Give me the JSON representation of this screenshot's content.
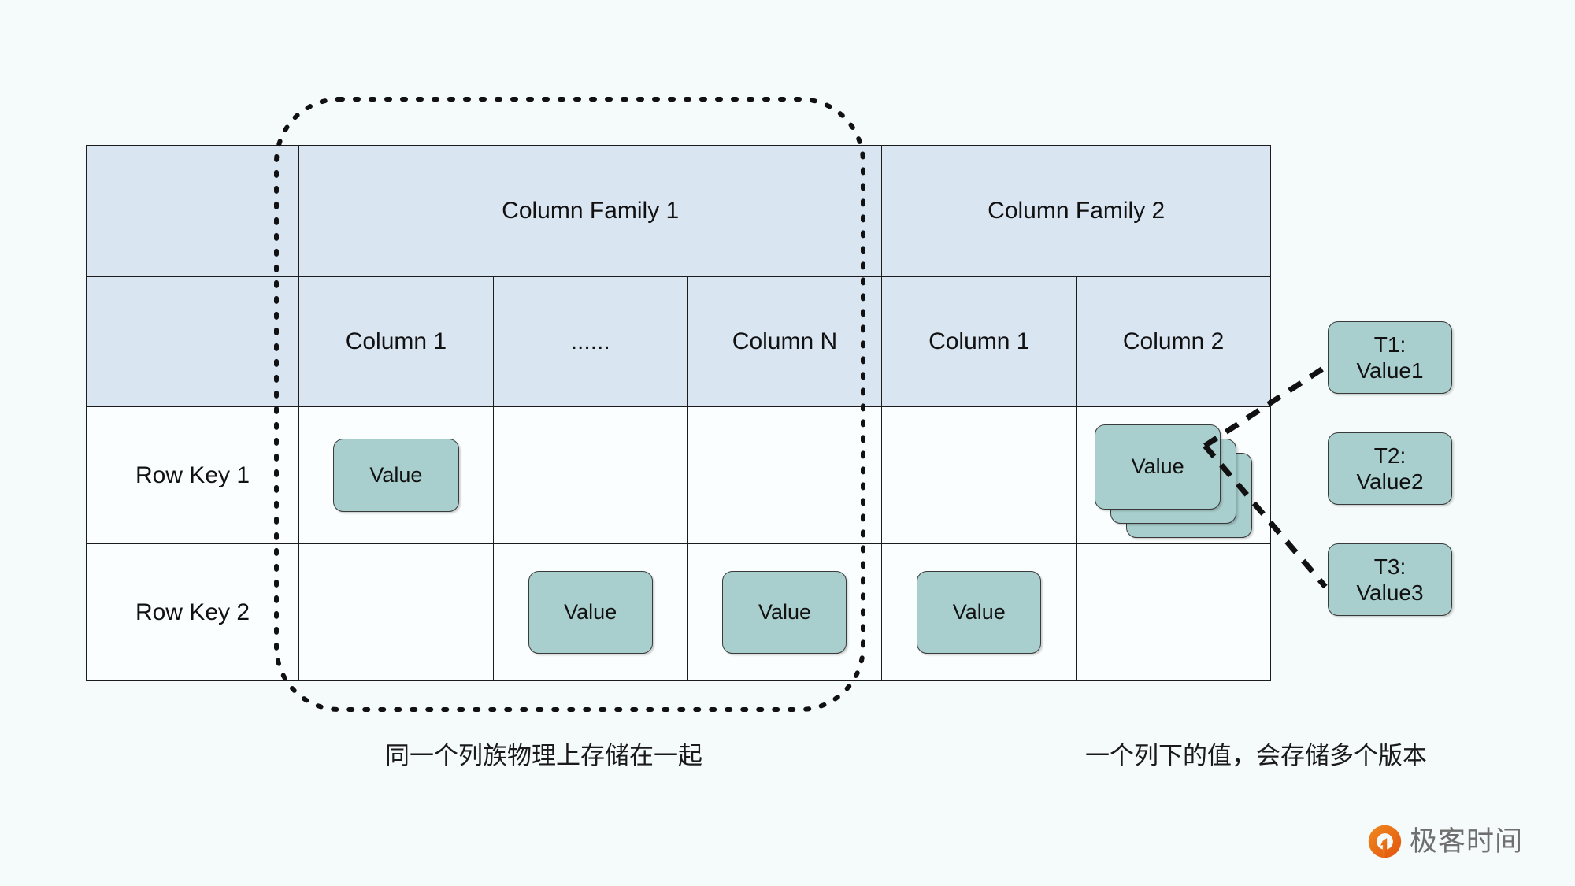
{
  "background_color": "#f5fbfa",
  "palette": {
    "header_fill": "#dae5f2",
    "cell_fill": "#fbfefe",
    "value_fill": "#a8cecd",
    "line": "#1c1c1c",
    "logo_orange": "#e8700f",
    "logo_text": "#6f6f6f"
  },
  "table": {
    "family_row": {
      "corner_label": "",
      "families": [
        {
          "label": "Column Family 1",
          "span": 3
        },
        {
          "label": "Column Family 2",
          "span": 2
        }
      ]
    },
    "column_row": {
      "corner_label": "",
      "columns": [
        "Column 1",
        "......",
        "Column N",
        "Column 1",
        "Column 2"
      ]
    },
    "rows": [
      {
        "key": "Row Key 1",
        "cells": [
          {
            "type": "value",
            "label": "Value"
          },
          {
            "type": "empty"
          },
          {
            "type": "empty"
          },
          {
            "type": "empty"
          },
          {
            "type": "stack",
            "label": "Value",
            "layers": 3
          }
        ]
      },
      {
        "key": "Row Key 2",
        "cells": [
          {
            "type": "empty"
          },
          {
            "type": "value",
            "label": "Value"
          },
          {
            "type": "value",
            "label": "Value"
          },
          {
            "type": "value",
            "label": "Value"
          },
          {
            "type": "empty"
          }
        ]
      }
    ]
  },
  "versions": [
    {
      "time": "T1:",
      "value": "Value1"
    },
    {
      "time": "T2:",
      "value": "Value2"
    },
    {
      "time": "T3:",
      "value": "Value3"
    }
  ],
  "captions": {
    "left": "同一个列族物理上存储在一起",
    "right": "一个列下的值，会存储多个版本"
  },
  "annotations": {
    "family_group_outline": "dotted-rounded-rectangle around Column Family 1"
  },
  "logo": {
    "text": "极客时间",
    "mark": "geekbang-circle-icon"
  }
}
